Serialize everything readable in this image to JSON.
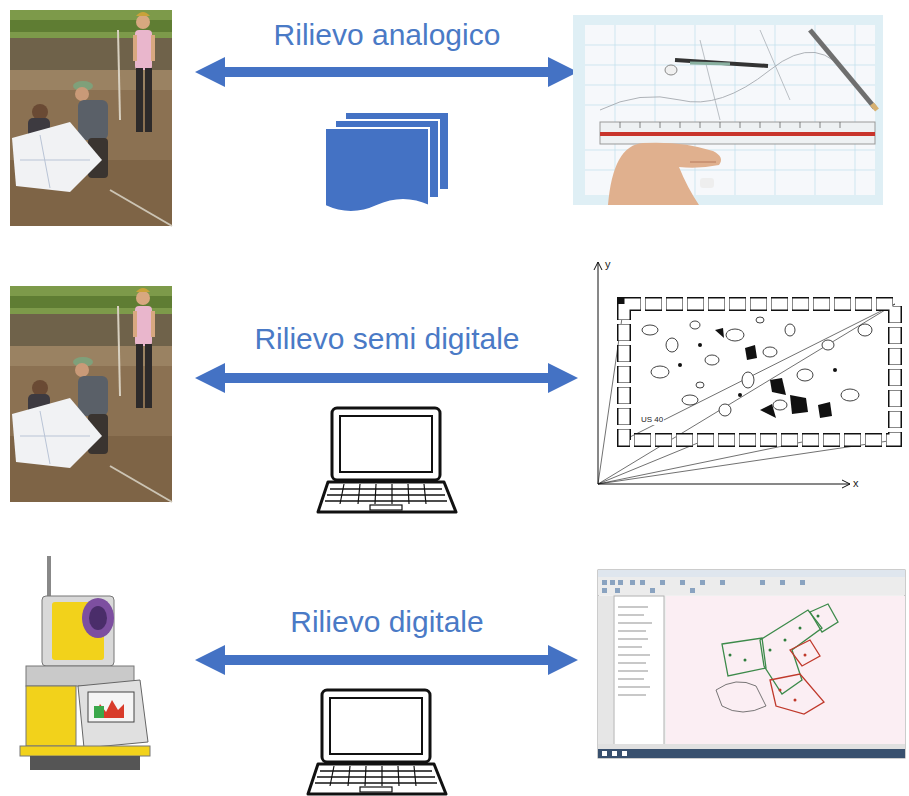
{
  "diagram": {
    "labels": [
      "Rilievo analogico",
      "Rilievo semi digitale",
      "Rilievo digitale",
      "y",
      "x",
      "US 40"
    ]
  }
}
